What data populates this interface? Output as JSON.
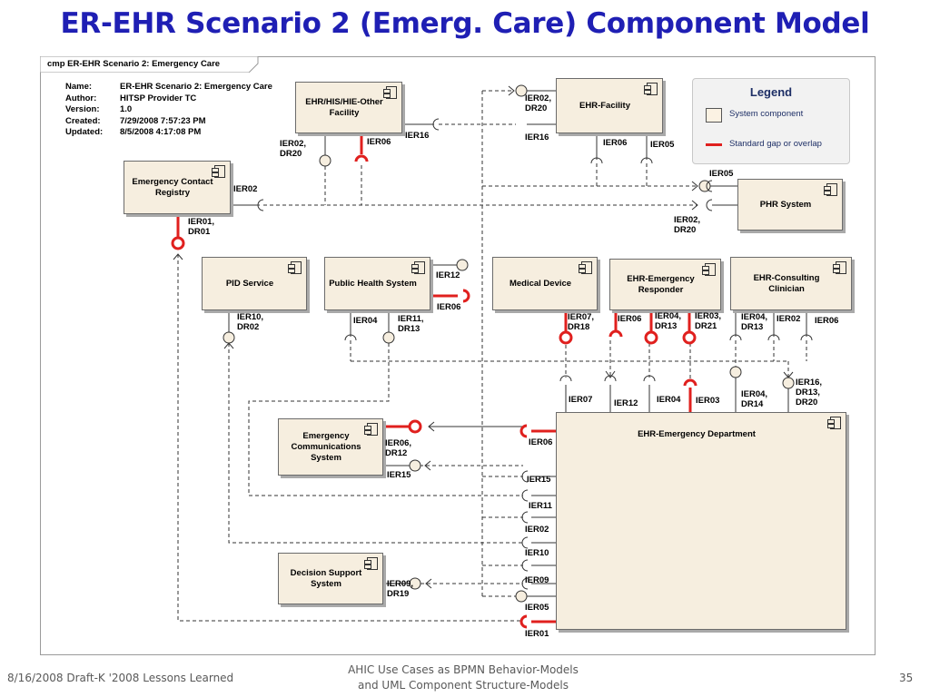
{
  "title": "ER-EHR Scenario 2 (Emerg. Care) Component Model",
  "frame_label": "cmp ER-EHR Scenario 2: Emergency Care",
  "metadata": [
    {
      "key": "Name:",
      "value": "ER-EHR Scenario 2: Emergency Care"
    },
    {
      "key": "Author:",
      "value": "HITSP Provider TC"
    },
    {
      "key": "Version:",
      "value": "1.0"
    },
    {
      "key": "Created:",
      "value": "7/29/2008 7:57:23 PM"
    },
    {
      "key": "Updated:",
      "value": "8/5/2008 4:17:08 PM"
    }
  ],
  "legend": {
    "title": "Legend",
    "items": [
      "System component",
      "Standard gap or overlap"
    ],
    "gap_color": "#e0201e",
    "component_color": "#f6eedf"
  },
  "components": {
    "ehr_his": "EHR/HIS/HIE-Other Facility",
    "ehr_facility": "EHR-Facility",
    "emergency_contact": "Emergency Contact Registry",
    "phr": "PHR System",
    "pid": "PID Service",
    "public_health": "Public Health System",
    "medical_device": "Medical Device",
    "ehr_responder": "EHR-Emergency Responder",
    "ehr_consulting": "EHR-Consulting Clinician",
    "emergency_comm": "Emergency Communications System",
    "ehr_ed": "EHR-Emergency Department",
    "decision_support": "Decision Support System"
  },
  "labels": {
    "l1": "IER02,\nDR20",
    "l2": "IER16",
    "l3": "IER02,\nDR20",
    "l4": "IER06",
    "l5": "IER16",
    "l6": "IER06",
    "l7": "IER05",
    "l8": "IER05",
    "l9": "IER02",
    "l10": "IER02,\nDR20",
    "l11": "IER01,\nDR01",
    "l12": "IER12",
    "l13": "IER06",
    "l14": "IER10,\nDR02",
    "l15": "IER04",
    "l16": "IER11,\nDR13",
    "l17": "IER07,\nDR18",
    "l18": "IER06",
    "l19": "IER04,\nDR13",
    "l20": "IER03,\nDR21",
    "l21": "IER04,\nDR13",
    "l22": "IER02",
    "l23": "IER06",
    "l24": "IER07",
    "l25": "IER12",
    "l26": "IER04",
    "l27": "IER03",
    "l28": "IER04,\nDR14",
    "l29": "IER16,\nDR13,\nDR20",
    "l30": "IER06,\nDR12",
    "l31": "IER15",
    "l32": "IER06",
    "l33": "IER15",
    "l34": "IER11",
    "l35": "IER02",
    "l36": "IER10",
    "l37": "IER09",
    "l38": "IER05",
    "l39": "IER01",
    "l40": "IER09,\nDR19"
  },
  "footer": {
    "left": "8/16/2008 Draft-K '2008 Lessons Learned",
    "center": "AHIC Use Cases as BPMN Behavior-Models\nand UML Component Structure-Models",
    "page": "35"
  }
}
